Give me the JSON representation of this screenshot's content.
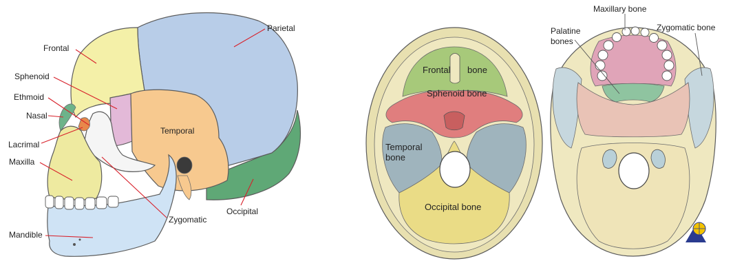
{
  "lateral_view": {
    "labels": {
      "frontal": "Frontal",
      "parietal": "Parietal",
      "sphenoid": "Sphenoid",
      "ethmoid": "Ethmoid",
      "nasal": "Nasal",
      "lacrimal": "Lacrimal",
      "maxilla": "Maxilla",
      "temporal": "Temporal",
      "zygomatic": "Zygomatic",
      "occipital": "Occipital",
      "mandible": "Mandible"
    }
  },
  "interior_base_view": {
    "labels": {
      "frontal_left": "Frontal",
      "frontal_right": "bone",
      "sphenoid": "Sphenoid bone",
      "temporal_line1": "Temporal",
      "temporal_line2": "bone",
      "occipital": "Occipital bone"
    }
  },
  "inferior_view": {
    "labels": {
      "maxillary": "Maxillary bone",
      "palatine_line1": "Palatine",
      "palatine_line2": "bones",
      "zygomatic": "Zygomatic bone"
    }
  },
  "colors": {
    "frontal": "#f4f0a8",
    "parietal": "#b8cde8",
    "sphenoid": "#e3b9d8",
    "temporal": "#f7c98f",
    "occipital": "#5fa876",
    "zygomatic": "#f5f5f5",
    "maxilla": "#eeeaa0",
    "mandible": "#cfe3f5",
    "nasal": "#6db38a",
    "lacrimal": "#e8884a",
    "base_frontal": "#a7c97a",
    "base_sphenoid": "#e07e7e",
    "base_temporal": "#9fb4bd",
    "base_occipital": "#eadc86",
    "palate_pink": "#e0a4b8",
    "palate_green": "#8fc4a0",
    "base_cream": "#efe8c0",
    "leader": "#d8202a"
  }
}
